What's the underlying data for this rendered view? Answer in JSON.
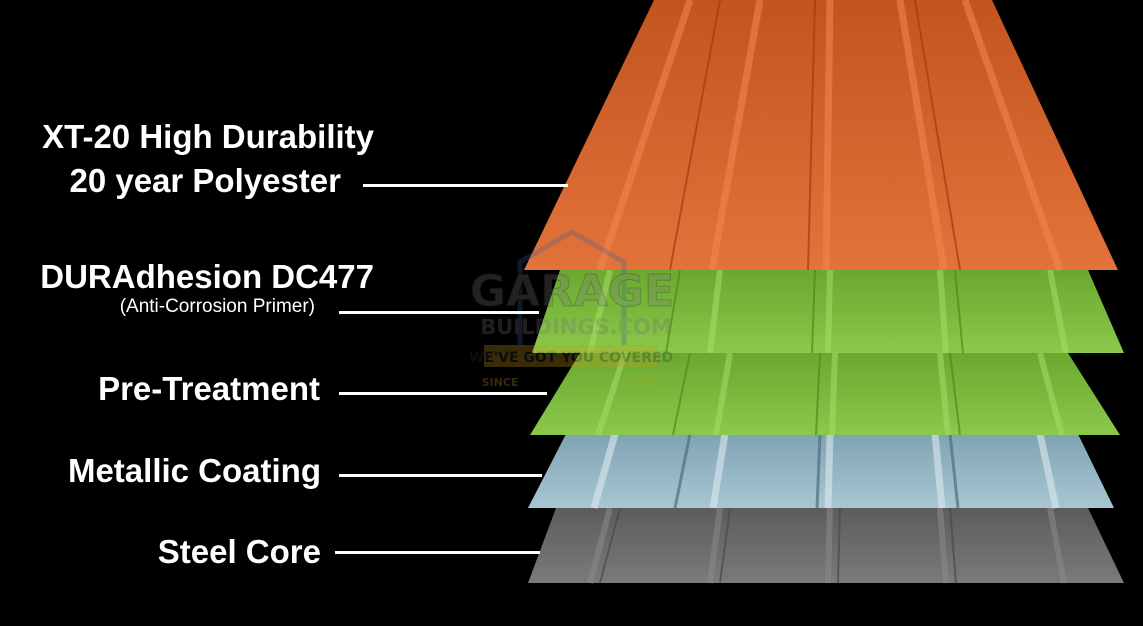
{
  "layers": [
    {
      "id": "polyester",
      "title_lines": [
        "XT-20 High Durability",
        "20 year Polyester"
      ],
      "subtitle": "",
      "color": "#d9652c"
    },
    {
      "id": "primer",
      "title_lines": [
        "DURAdhesion DC477"
      ],
      "subtitle": "(Anti-Corrosion Primer)",
      "color": "#7fbf3f"
    },
    {
      "id": "pretreatment",
      "title_lines": [
        "Pre-Treatment"
      ],
      "subtitle": "",
      "color": "#78b83c"
    },
    {
      "id": "metallic",
      "title_lines": [
        "Metallic Coating"
      ],
      "subtitle": "",
      "color": "#8fb1bf"
    },
    {
      "id": "steel",
      "title_lines": [
        "Steel Core"
      ],
      "subtitle": "",
      "color": "#6e6e6e"
    }
  ],
  "watermark": {
    "line1": "GARAGE",
    "line2": "BUILDINGS.COM",
    "tagline": "WE'VE GOT YOU COVERED",
    "since": "SINCE",
    "year": "1997"
  }
}
